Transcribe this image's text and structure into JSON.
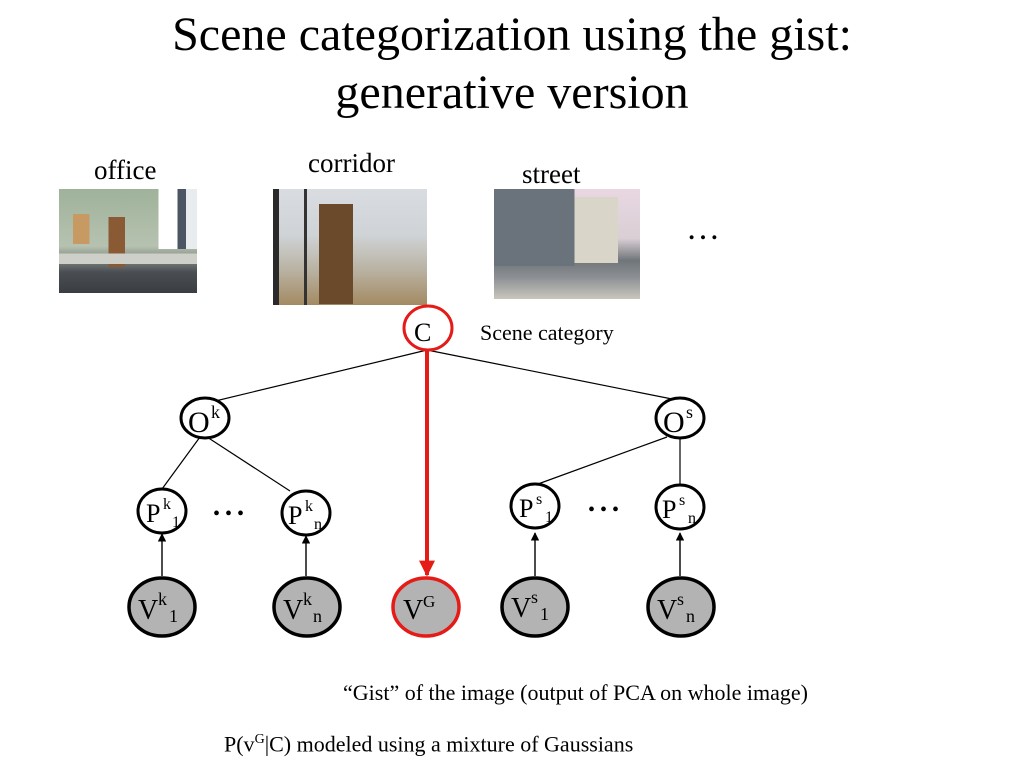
{
  "title": {
    "line1": "Scene categorization using the gist:",
    "line2": "generative version"
  },
  "categories": [
    {
      "label": "office",
      "image": "office-photo"
    },
    {
      "label": "corridor",
      "image": "corridor-photo"
    },
    {
      "label": "street",
      "image": "street-photo"
    }
  ],
  "ellipsis": "…",
  "scene_category_label": "Scene category",
  "nodes": {
    "C": {
      "base": "C"
    },
    "Ok": {
      "base": "O",
      "sup": "k"
    },
    "Os": {
      "base": "O",
      "sup": "s"
    },
    "Pk1": {
      "base": "P",
      "sup": "k",
      "sub": "1"
    },
    "Pkn": {
      "base": "P",
      "sup": "k",
      "sub": "n"
    },
    "Ps1": {
      "base": "P",
      "sup": "s",
      "sub": "1"
    },
    "Psn": {
      "base": "P",
      "sup": "s",
      "sub": "n"
    },
    "Vk1": {
      "base": "V",
      "sup": "k",
      "sub": "1"
    },
    "Vkn": {
      "base": "V",
      "sup": "k",
      "sub": "n"
    },
    "VG": {
      "base": "V",
      "sup": "G"
    },
    "Vs1": {
      "base": "V",
      "sup": "s",
      "sub": "1"
    },
    "Vsn": {
      "base": "V",
      "sup": "s",
      "sub": "n"
    }
  },
  "dots": "• • •",
  "gist_caption": "“Gist” of the image (output of PCA on whole image)",
  "model_caption": {
    "prefix": "P(v",
    "sup": "G",
    "suffix": "|C) modeled using a mixture of Gaussians"
  },
  "colors": {
    "highlight": "#e41b17",
    "observed_fill": "#b3b3b3",
    "hidden_fill": "#ffffff"
  }
}
